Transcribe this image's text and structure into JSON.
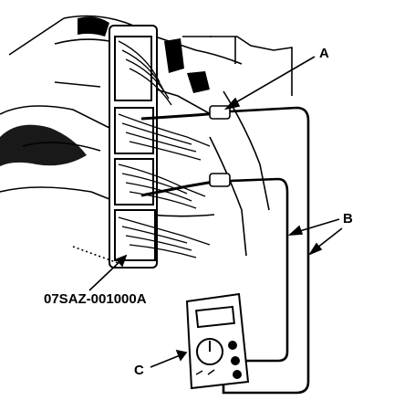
{
  "labels": {
    "A": "A",
    "B": "B",
    "C": "C",
    "part_number": "07SAZ-001000A"
  },
  "colors": {
    "ink": "#000000",
    "paper": "#ffffff",
    "shade": "#d9d9d9"
  }
}
